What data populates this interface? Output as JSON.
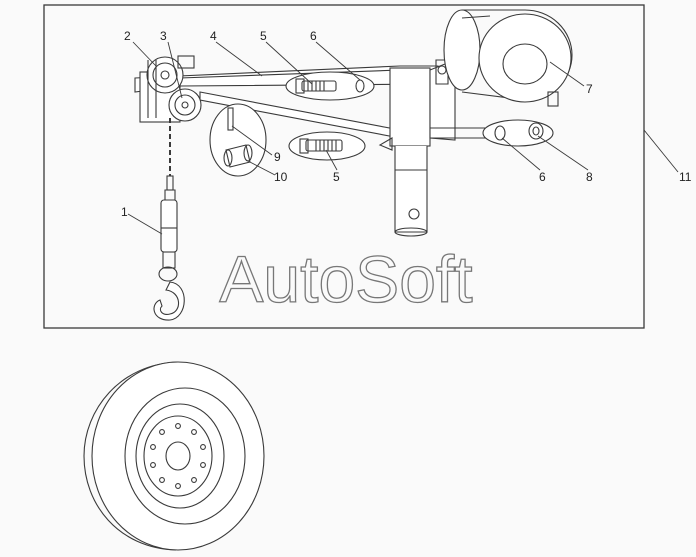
{
  "watermark": "AutoSoft",
  "callouts": [
    {
      "id": "1",
      "label": "1"
    },
    {
      "id": "2",
      "label": "2"
    },
    {
      "id": "3",
      "label": "3"
    },
    {
      "id": "4",
      "label": "4"
    },
    {
      "id": "5a",
      "label": "5"
    },
    {
      "id": "5b",
      "label": "5"
    },
    {
      "id": "6a",
      "label": "6"
    },
    {
      "id": "6b",
      "label": "6"
    },
    {
      "id": "7",
      "label": "7"
    },
    {
      "id": "8",
      "label": "8"
    },
    {
      "id": "9",
      "label": "9"
    },
    {
      "id": "10",
      "label": "10"
    },
    {
      "id": "11",
      "label": "11"
    }
  ],
  "colors": {
    "line": "#3a3a3a",
    "paper": "#fafafa",
    "watermark_stroke": "#777777"
  }
}
